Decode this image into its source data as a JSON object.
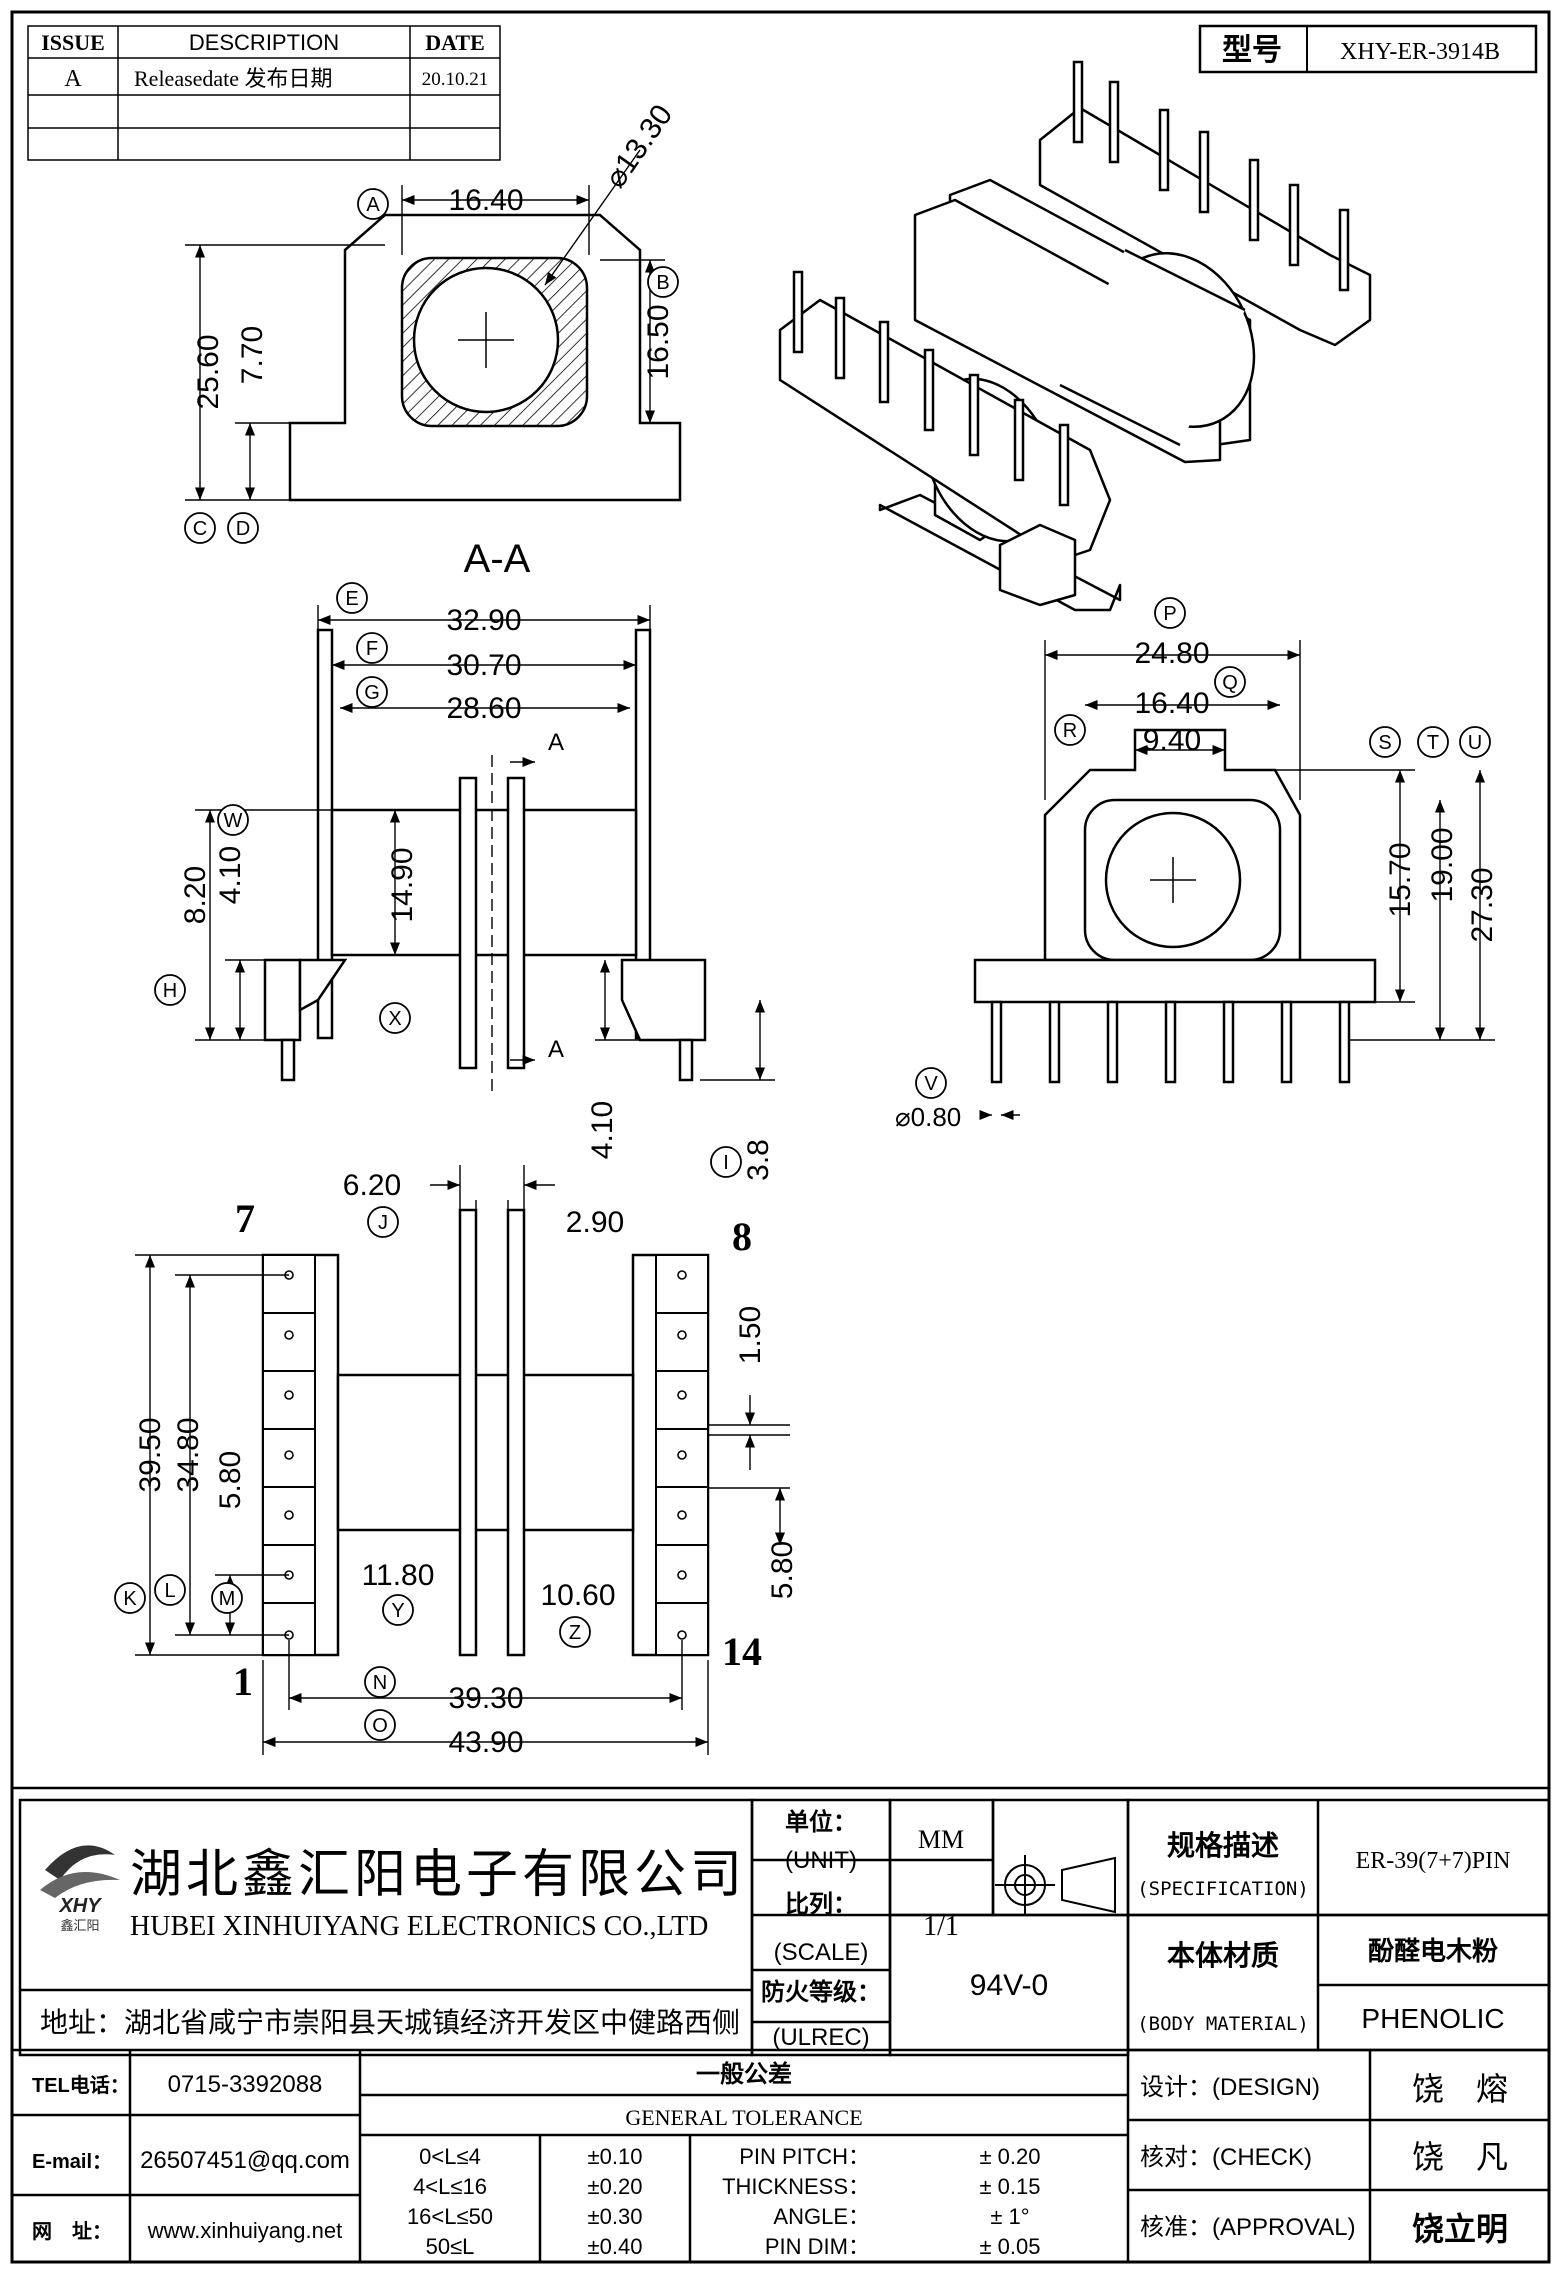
{
  "revision_table": {
    "headers": [
      "ISSUE",
      "DESCRIPTION",
      "DATE"
    ],
    "rows": [
      [
        "A",
        "Releasedate 发布日期",
        "20.10.21"
      ],
      [
        "",
        "",
        ""
      ],
      [
        "",
        "",
        ""
      ]
    ]
  },
  "model": {
    "label": "型号",
    "value": "XHY-ER-3914B"
  },
  "section_label": "A-A",
  "dims": {
    "top_width": "16.40",
    "top_diameter": "⌀13.30",
    "top_height_a": "25.60",
    "top_height_b": "7.70",
    "top_height_c": "16.50",
    "side_w1": "32.90",
    "side_w2": "30.70",
    "side_w3": "28.60",
    "side_h1": "8.20",
    "side_h2": "4.10",
    "side_core": "14.90",
    "side_pin": "4.10",
    "side_pin2": "3.8",
    "section_mark": "A",
    "end_w1": "24.80",
    "end_w2": "16.40",
    "end_w3": "9.40",
    "end_h1": "15.70",
    "end_h2": "19.00",
    "end_h3": "27.30",
    "end_pin": "⌀0.80",
    "bot_flange_gap": "6.20",
    "bot_flange_t": "2.90",
    "bot_h1": "39.50",
    "bot_h2": "34.80",
    "bot_h3": "5.80",
    "bot_pitch": "1.50",
    "bot_h4": "5.80",
    "bot_w1": "11.80",
    "bot_w2": "10.60",
    "bot_w3": "39.30",
    "bot_w4": "43.90"
  },
  "pin_numbers": {
    "p7": "7",
    "p8": "8",
    "p1": "1",
    "p14": "14"
  },
  "callouts": [
    "A",
    "B",
    "C",
    "D",
    "E",
    "F",
    "G",
    "W",
    "H",
    "X",
    "I",
    "P",
    "Q",
    "R",
    "S",
    "T",
    "U",
    "V",
    "J",
    "K",
    "L",
    "M",
    "Y",
    "Z",
    "N",
    "O"
  ],
  "company": {
    "name_cn": "湖北鑫汇阳电子有限公司",
    "name_en": "HUBEI XINHUIYANG ELECTRONICS CO.,LTD",
    "logo_text": "XHY",
    "logo_sub": "鑫汇阳",
    "address": "地址：湖北省咸宁市崇阳县天城镇经济开发区中健路西侧"
  },
  "title_block": {
    "unit_cn": "单位：",
    "unit_en": "(UNIT)",
    "unit_value": "MM",
    "scale_cn": "比列：",
    "scale_en": "(SCALE)",
    "scale_value": "1/1",
    "ul_cn": "防火等级：",
    "ul_en": "(ULREC)",
    "ul_value": "94V-0",
    "spec_cn": "规格描述",
    "spec_en": "(SPECIFICATION)",
    "spec_value": "ER-39(7+7)PIN",
    "material_cn": "本体材质",
    "material_en": "(BODY MATERIAL)",
    "material_value_cn": "酚醛电木粉",
    "material_value_en": "PHENOLIC",
    "tel_label": "TEL电话：",
    "tel": "0715-3392088",
    "email_label": "E-mail：",
    "email": "26507451@qq.com",
    "web_label": "网　址：",
    "web": "www.xinhuiyang.net",
    "tolerance_cn": "一般公差",
    "tolerance_en": "GENERAL TOLERANCE",
    "tolerances": [
      {
        "range": "0<L≤4",
        "value": "±0.10",
        "item": "PIN PITCH：",
        "item_value": "± 0.20"
      },
      {
        "range": "4<L≤16",
        "value": "±0.20",
        "item": "THICKNESS：",
        "item_value": "± 0.15"
      },
      {
        "range": "16<L≤50",
        "value": "±0.30",
        "item": "ANGLE：",
        "item_value": "± 1°"
      },
      {
        "range": "50≤L",
        "value": "±0.40",
        "item": "PIN DIM：",
        "item_value": "± 0.05"
      }
    ],
    "design_label": "设计：(DESIGN)",
    "design_name": "饶　熔",
    "check_label": "核对：(CHECK)",
    "check_name": "饶　凡",
    "approval_label": "核准：(APPROVAL)",
    "approval_name": "饶立明"
  }
}
